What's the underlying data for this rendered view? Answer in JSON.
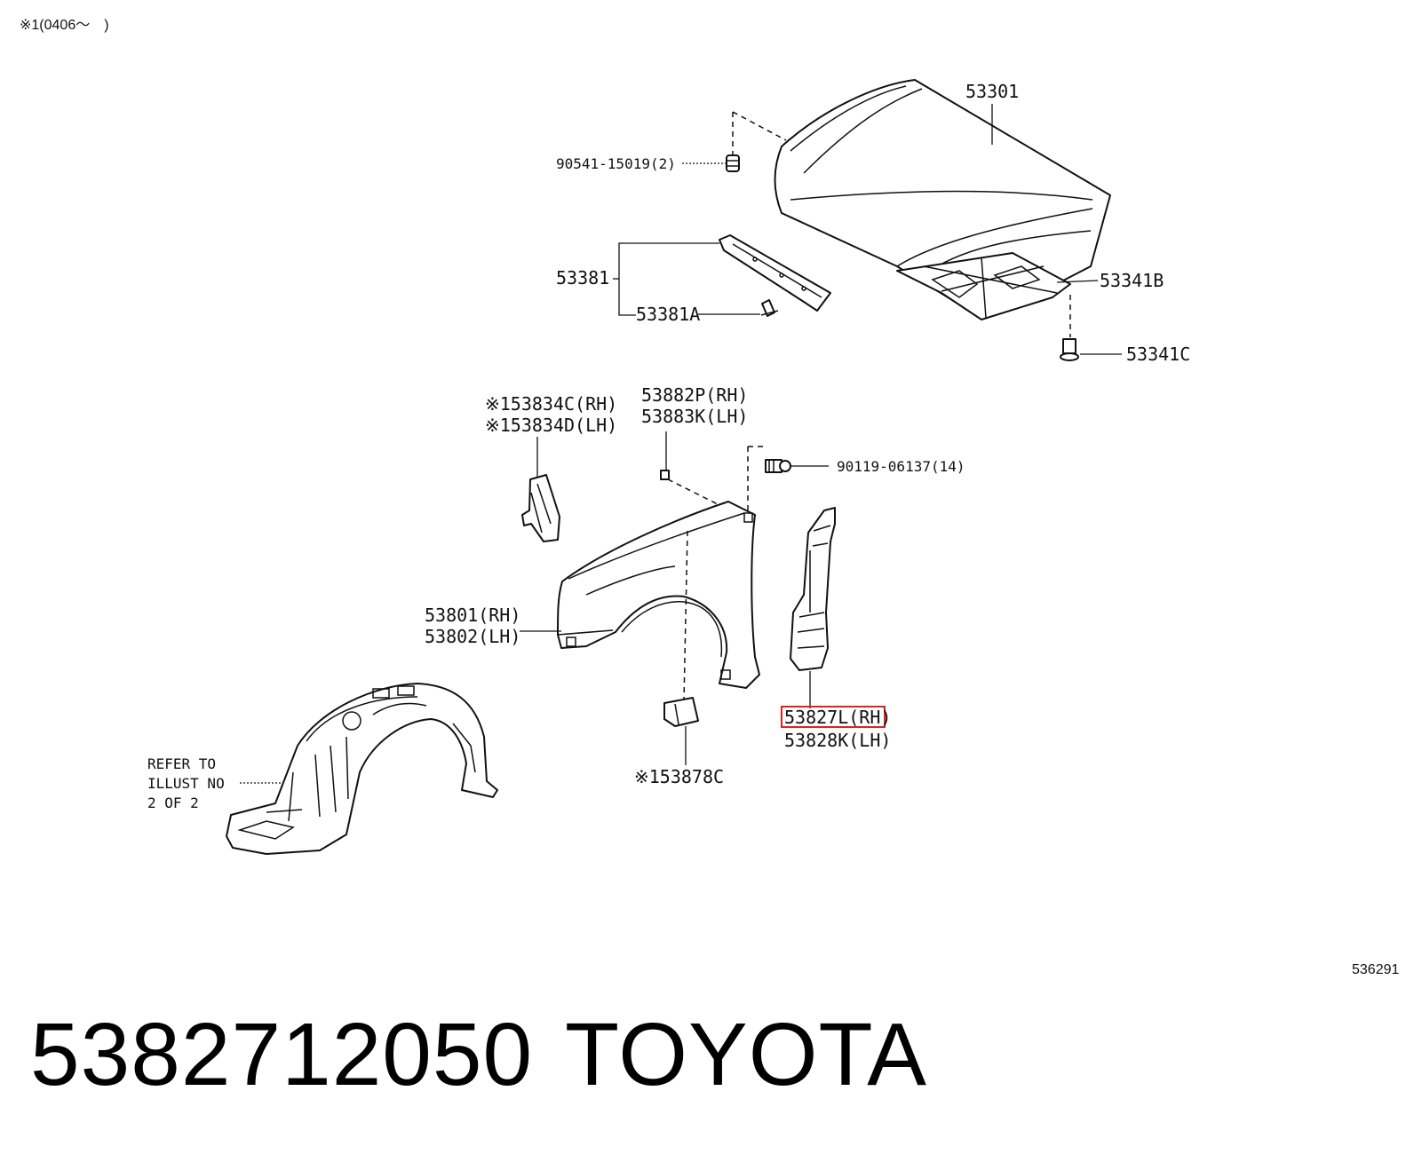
{
  "header": {
    "note": "※1(0406～　)"
  },
  "callouts": {
    "hood": "53301",
    "hood_bolt": "90541-15019(2)",
    "hood_seal": "53381",
    "hood_seal_clip": "53381A",
    "hood_insulator": "53341B",
    "insulator_clip": "53341C",
    "fender_seal_rh": "※153834C(RH)",
    "fender_seal_lh": "※153834D(LH)",
    "fender_nut_rh": "53882P(RH)",
    "fender_nut_lh": "53883K(LH)",
    "fender_screw": "90119-06137(14)",
    "fender_rh": "53801(RH)",
    "fender_lh": "53802(LH)",
    "fender_splash_rh": "53827L(RH)",
    "fender_splash_lh": "53828K(LH)",
    "cushion": "※153878C",
    "refer_line1": "REFER TO",
    "refer_line2": "ILLUST NO",
    "refer_line3": "2 OF 2"
  },
  "highlight": {
    "part": "53827L(RH)",
    "color": "#e02020"
  },
  "illustration_id": "536291",
  "footer": {
    "part_number": "5382712050",
    "brand": "TOYOTA"
  }
}
